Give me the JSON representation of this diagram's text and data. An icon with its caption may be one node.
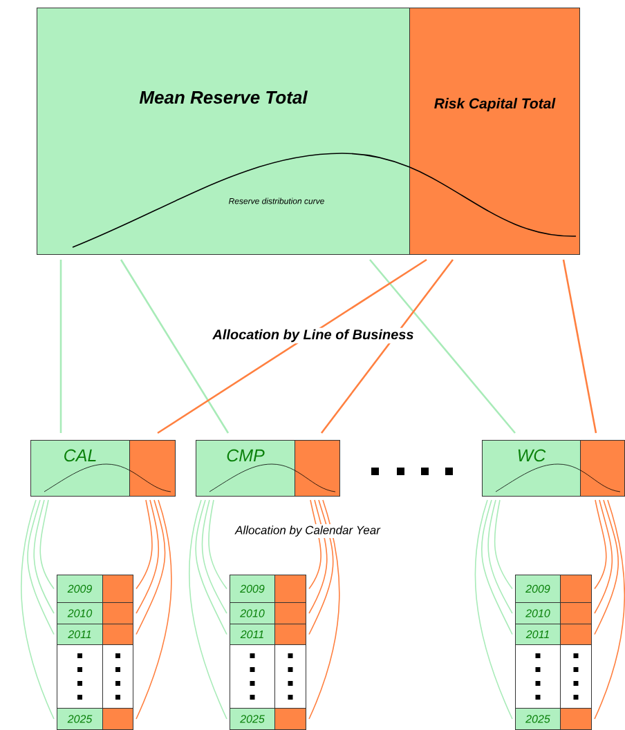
{
  "diagram": {
    "nodes": [
      {
        "text": [
          "Mean Reserve Total"
        ]
      },
      {
        "text": [
          "Risk Capital Total"
        ]
      },
      {
        "text": [
          "CAL"
        ]
      },
      {
        "text": [],
        "shape": "box"
      },
      {
        "text": [
          "CMP"
        ]
      },
      {
        "text": [],
        "shape": "box"
      },
      {
        "text": [
          "WC"
        ]
      },
      {
        "text": [],
        "shape": "box"
      },
      {
        "text": [
          "2009"
        ]
      },
      {
        "text": [],
        "shape": "box"
      },
      {
        "text": [
          "2010"
        ]
      },
      {
        "text": [],
        "shape": "box"
      },
      {
        "text": [
          "2011"
        ]
      },
      {
        "text": [],
        "shape": "box"
      },
      {
        "text": [],
        "shape": "box"
      },
      {
        "text": [],
        "shape": "box"
      },
      {
        "text": [
          "2025"
        ]
      },
      {
        "text": [],
        "shape": "box"
      },
      {
        "text": [
          "2009"
        ]
      },
      {
        "text": [],
        "shape": "box"
      },
      {
        "text": [
          "2010"
        ]
      },
      {
        "text": [],
        "shape": "box"
      },
      {
        "text": [
          "2011"
        ]
      },
      {
        "text": [],
        "shape": "box"
      },
      {
        "text": [],
        "shape": "box"
      },
      {
        "text": [],
        "shape": "box"
      },
      {
        "text": [
          "2025"
        ]
      },
      {
        "text": [],
        "shape": "box"
      },
      {
        "text": [
          "2009"
        ]
      },
      {
        "text": [],
        "shape": "box"
      },
      {
        "text": [
          "2010"
        ]
      },
      {
        "text": [],
        "shape": "box"
      },
      {
        "text": [
          "2011"
        ]
      },
      {
        "text": [],
        "shape": "box"
      },
      {
        "text": [],
        "shape": "box"
      },
      {
        "text": [],
        "shape": "box"
      },
      {
        "text": [
          "2025"
        ]
      },
      {
        "text": [],
        "shape": "box"
      }
    ],
    "edges": [
      {
        "from": 0,
        "to": 2,
        "arrow": "none",
        "color": "#a8ebb8"
      },
      {
        "from": 0,
        "to": 4,
        "arrow": "none",
        "color": "#a8ebb8"
      },
      {
        "from": 0,
        "to": 6,
        "arrow": "none",
        "color": "#a8ebb8"
      },
      {
        "from": 1,
        "to": 3,
        "arrow": "none",
        "color": "#ff8040"
      },
      {
        "from": 1,
        "to": 5,
        "arrow": "none",
        "color": "#ff8040"
      },
      {
        "from": 1,
        "to": 7,
        "arrow": "none",
        "color": "#ff8040"
      },
      {
        "from": 2,
        "to": 8,
        "arrow": "none",
        "color": "#a8ebb8"
      },
      {
        "from": 2,
        "to": 10,
        "arrow": "none",
        "color": "#a8ebb8"
      },
      {
        "from": 2,
        "to": 12,
        "arrow": "none",
        "color": "#a8ebb8"
      },
      {
        "from": 2,
        "to": 16,
        "arrow": "none",
        "color": "#a8ebb8"
      },
      {
        "from": 3,
        "to": 9,
        "arrow": "none",
        "color": "#ff8040"
      },
      {
        "from": 3,
        "to": 11,
        "arrow": "none",
        "color": "#ff8040"
      },
      {
        "from": 3,
        "to": 13,
        "arrow": "none",
        "color": "#ff8040"
      },
      {
        "from": 3,
        "to": 17,
        "arrow": "none",
        "color": "#ff8040"
      },
      {
        "from": 4,
        "to": 18,
        "arrow": "none",
        "color": "#a8ebb8"
      },
      {
        "from": 4,
        "to": 20,
        "arrow": "none",
        "color": "#a8ebb8"
      },
      {
        "from": 4,
        "to": 22,
        "arrow": "none",
        "color": "#a8ebb8"
      },
      {
        "from": 4,
        "to": 26,
        "arrow": "none",
        "color": "#a8ebb8"
      },
      {
        "from": 5,
        "to": 19,
        "arrow": "none",
        "color": "#ff8040"
      },
      {
        "from": 5,
        "to": 21,
        "arrow": "none",
        "color": "#ff8040"
      },
      {
        "from": 5,
        "to": 23,
        "arrow": "none",
        "color": "#ff8040"
      },
      {
        "from": 5,
        "to": 27,
        "arrow": "none",
        "color": "#ff8040"
      },
      {
        "from": 6,
        "to": 28,
        "arrow": "none",
        "color": "#a8ebb8"
      },
      {
        "from": 6,
        "to": 30,
        "arrow": "none",
        "color": "#a8ebb8"
      },
      {
        "from": 6,
        "to": 32,
        "arrow": "none",
        "color": "#a8ebb8"
      },
      {
        "from": 6,
        "to": 36,
        "arrow": "none",
        "color": "#a8ebb8"
      },
      {
        "from": 7,
        "to": 29,
        "arrow": "none",
        "color": "#ff8040"
      },
      {
        "from": 7,
        "to": 31,
        "arrow": "none",
        "color": "#ff8040"
      },
      {
        "from": 7,
        "to": 33,
        "arrow": "none",
        "color": "#ff8040"
      },
      {
        "from": 7,
        "to": 37,
        "arrow": "none",
        "color": "#ff8040"
      }
    ],
    "labels": [
      "Reserve distribution curve",
      "Allocation by Line of Business",
      "Allocation by Calendar Year"
    ]
  }
}
